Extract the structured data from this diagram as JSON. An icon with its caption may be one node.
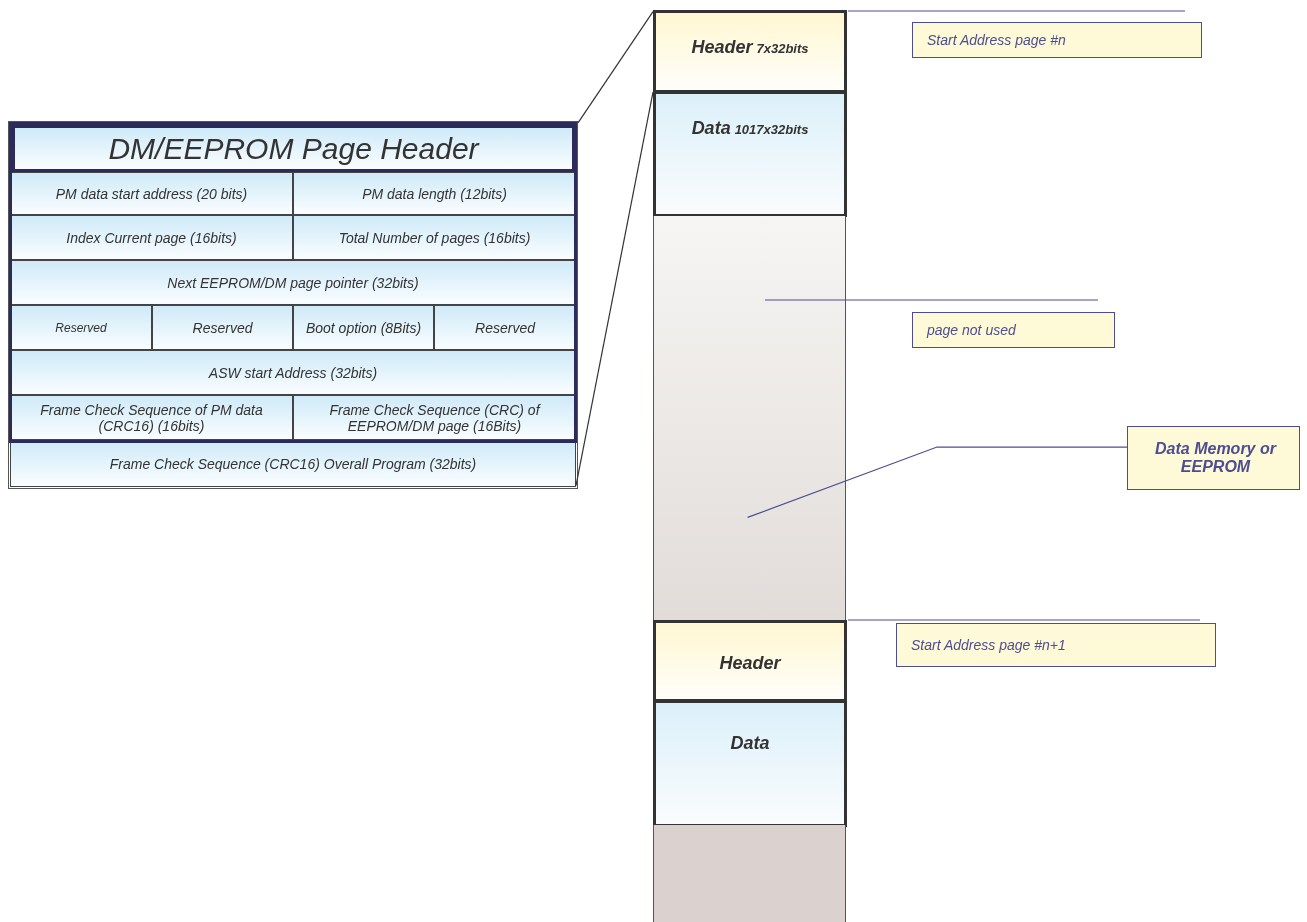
{
  "diagram": {
    "nodes": [
      {
        "text": [],
        "shape": "box"
      },
      {
        "text": [
          "DM/EEPROM Page Header"
        ],
        "in": 0
      },
      {
        "text": [
          "PM data start address (20 bits)"
        ],
        "in": 0
      },
      {
        "text": [
          "PM data length (12bits)"
        ],
        "in": 0
      },
      {
        "text": [
          "Index Current page (16bits)"
        ],
        "in": 0
      },
      {
        "text": [
          "Total Number of pages (16bits)"
        ],
        "in": 0
      },
      {
        "text": [
          "Next EEPROM/DM page pointer (32bits)"
        ],
        "in": 0
      },
      {
        "text": [
          "Reserved"
        ],
        "in": 0
      },
      {
        "text": [
          "Reserved"
        ],
        "in": 0
      },
      {
        "text": [
          "Boot option (8Bits)"
        ],
        "in": 0
      },
      {
        "text": [
          "Reserved"
        ],
        "in": 0
      },
      {
        "text": [
          "ASW start Address (32bits)"
        ],
        "in": 0
      },
      {
        "text": [
          "Frame Check Sequence of PM data (CRC16) (16bits)"
        ],
        "in": 0
      },
      {
        "text": [
          "Frame Check Sequence (CRC)  of EEPROM/DM page  (16Bits)"
        ],
        "in": 0
      },
      {
        "text": [
          "Frame Check Sequence (CRC16) Overall Program (32bits)"
        ],
        "in": 0
      },
      {
        "text": [
          "Header",
          "7x32bits"
        ]
      },
      {
        "text": [
          "Data",
          "1017x32bits"
        ]
      },
      {
        "text": [],
        "shape": "box"
      },
      {
        "text": [],
        "shape": "box"
      },
      {
        "text": [
          "Header"
        ]
      },
      {
        "text": [
          "Data"
        ]
      },
      {
        "text": [],
        "shape": "box"
      },
      {
        "text": [
          "Start Address  page #n"
        ]
      },
      {
        "text": [
          "page not used"
        ]
      },
      {
        "text": [
          "Data Memory or EEPROM"
        ]
      },
      {
        "text": [
          "Start Address page #n+1"
        ]
      }
    ],
    "edges": [
      {
        "from": 0,
        "to": 15,
        "arrow": "none"
      },
      {
        "from": 14,
        "to": 15,
        "arrow": "none"
      },
      {
        "from": 24,
        "to": 18,
        "arrow": "none",
        "color": "#4d4d94"
      }
    ]
  }
}
